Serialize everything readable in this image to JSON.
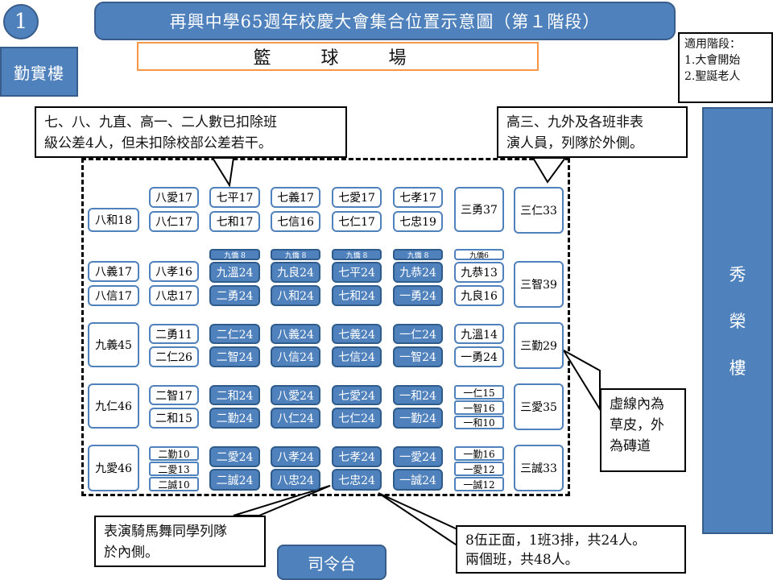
{
  "title": "再興中學65週年校慶大會集合位置示意圖（第１階段）",
  "number": "1",
  "buildings": {
    "left": "勤實樓",
    "right_chars": [
      "秀",
      "榮",
      "樓"
    ],
    "bottom": "司令台"
  },
  "court": "籃　球　場",
  "phase": {
    "heading": "適用階段：",
    "items": [
      "1.大會開始",
      "2.聖誕老人"
    ]
  },
  "callouts": {
    "top_left": [
      "七、八、九直、高一、二人數已扣除班",
      "級公差4人，但未扣除校部公差若干。"
    ],
    "top_right": [
      "高三、九外及各班非表",
      "演人員，列隊於外側。"
    ],
    "right": [
      "虛線內為",
      "草皮，外",
      "為磚道"
    ],
    "bottom_left": [
      "表演騎馬舞同學列隊",
      "於內側。"
    ],
    "bottom_right": [
      "8伍正面，1班3排，共24人。",
      "兩個班，共48人。"
    ]
  },
  "cells": {
    "c0": [
      "八和18",
      "八義17",
      "八信17",
      "九義45",
      "九仁46",
      "九愛46"
    ],
    "c1": [
      "八愛17",
      "八仁17",
      "八孝16",
      "八忠17",
      "二勇11",
      "二仁26",
      "二智17",
      "二和15",
      "二勤10",
      "二愛13",
      "二誠10"
    ],
    "c2": [
      "七平17",
      "七和17",
      "九僑 8",
      "九溫24",
      "二勇24",
      "二仁24",
      "二智24",
      "二和24",
      "二勤24",
      "二愛24",
      "二誠24"
    ],
    "c3": [
      "七義17",
      "七信16",
      "九僑 8",
      "九良24",
      "八和24",
      "八義24",
      "八信24",
      "八愛24",
      "八仁24",
      "八孝24",
      "八忠24"
    ],
    "c4": [
      "七愛17",
      "七仁17",
      "九僑 8",
      "七平24",
      "七和24",
      "七義24",
      "七信24",
      "七愛24",
      "七仁24",
      "七孝24",
      "七忠24"
    ],
    "c5": [
      "七孝17",
      "七忠19",
      "九僑 8",
      "九恭24",
      "一勇24",
      "一仁24",
      "一智24",
      "一和24",
      "一勤24",
      "一愛24",
      "一誠24"
    ],
    "c6": [
      "三勇37",
      "九僑6",
      "九恭13",
      "九良16",
      "九溫14",
      "一勇24",
      "一仁15",
      "一智16",
      "一和10",
      "一勤16",
      "一愛12",
      "一誠12"
    ],
    "c7": [
      "三仁33",
      "三智39",
      "三勤29",
      "三愛35",
      "三誠33"
    ]
  }
}
